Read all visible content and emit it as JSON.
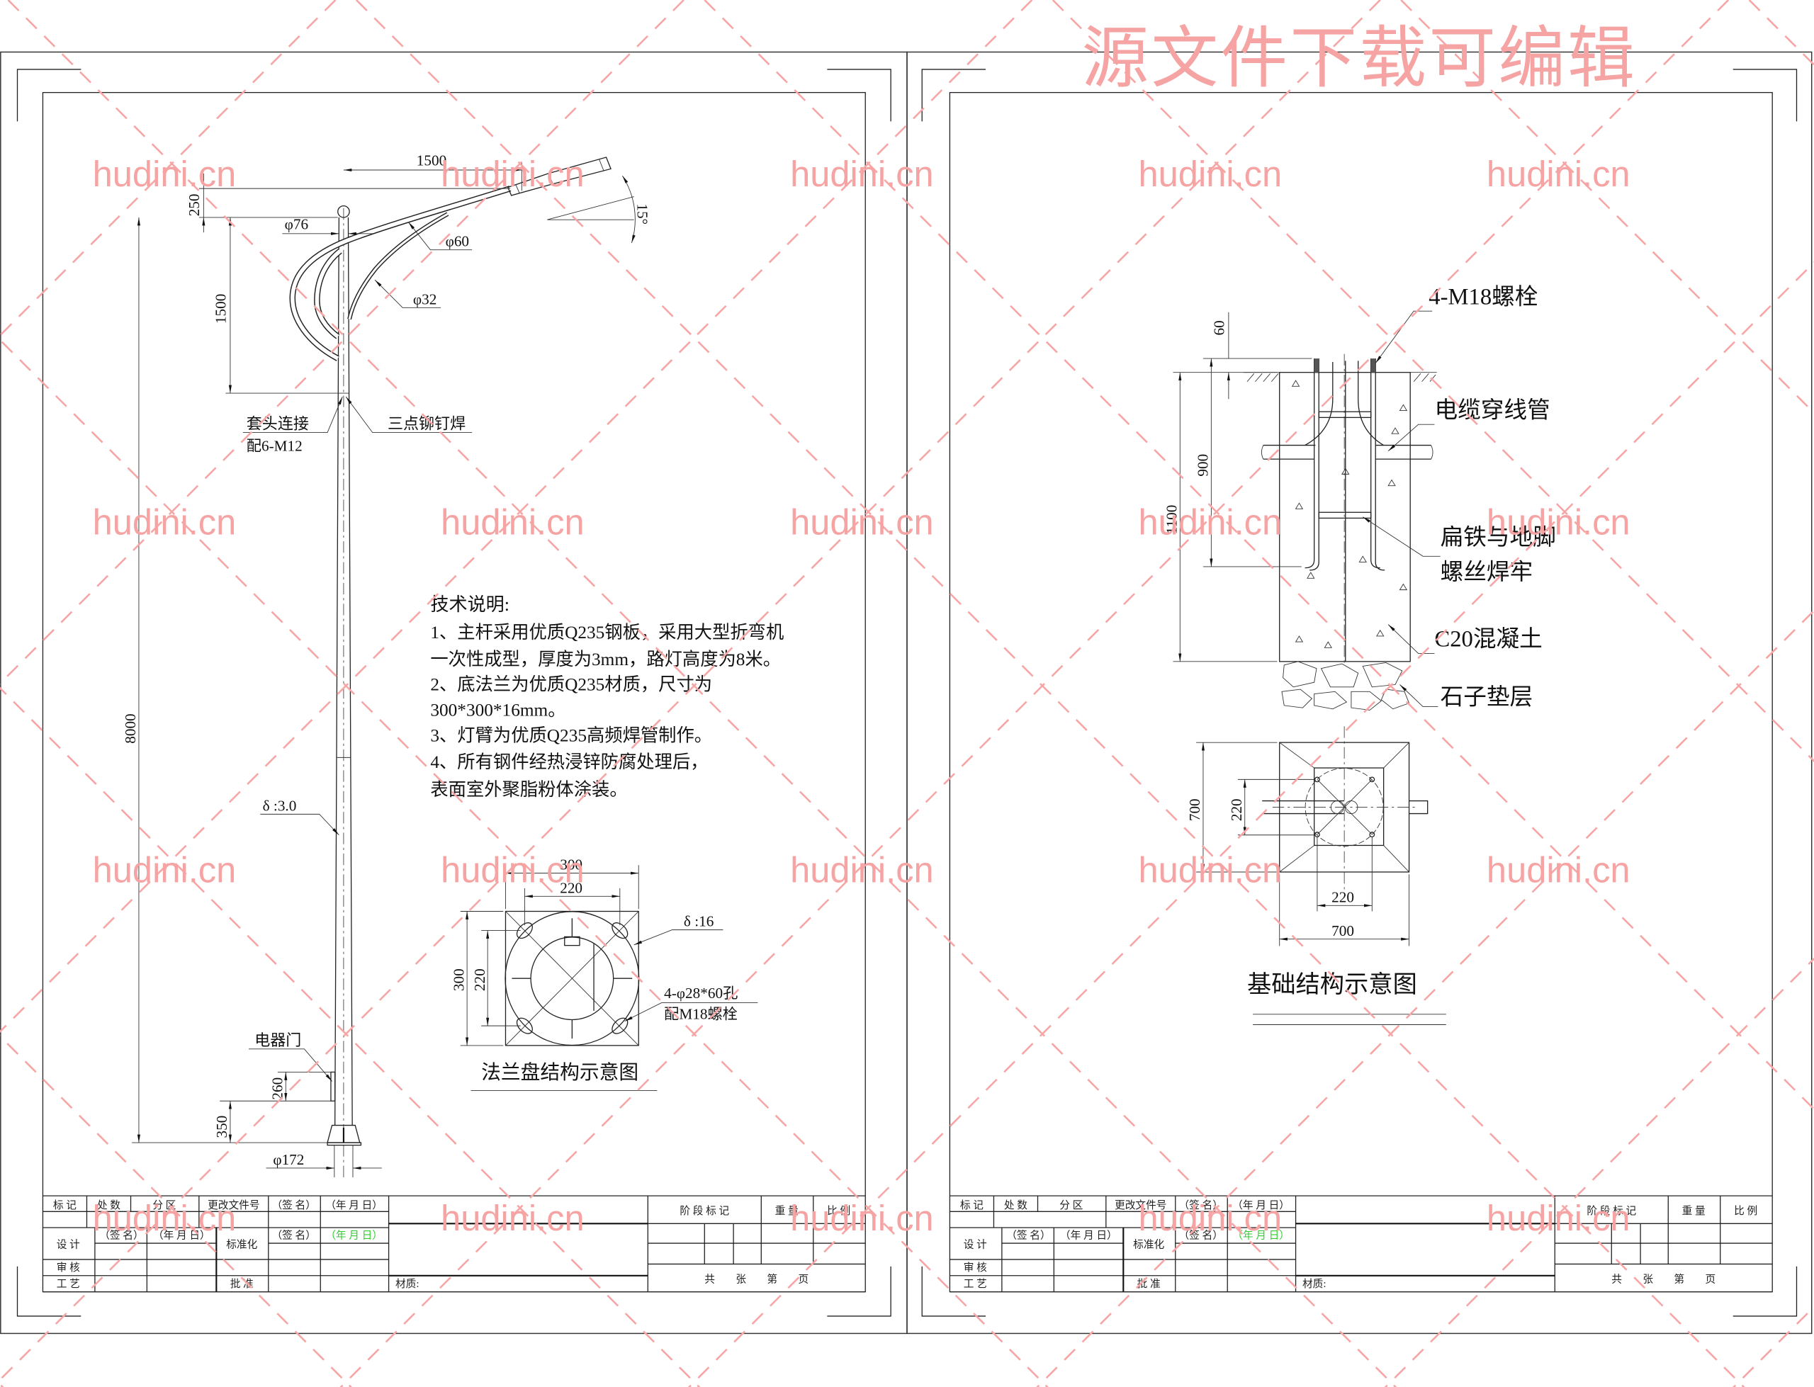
{
  "watermark": {
    "title": "源文件下载可编辑",
    "site": "hudini.cn"
  },
  "colors": {
    "watermark": "#f6a3a3",
    "line": "#222222",
    "green_text": "#33cc33"
  },
  "pole": {
    "arm_reach": "1500",
    "arm_rise": "250",
    "arm_height": "1500",
    "total_height": "8000",
    "top_diameter": "φ76",
    "arm_diameter": "φ60",
    "brace_diameter": "φ32",
    "lamp_angle": "15°",
    "sleeve_label": "套头连接",
    "sleeve_bolts": "配6-M12",
    "rivet_label": "三点铆钉焊",
    "wall_thickness": "δ :3.0",
    "door_label": "电器门",
    "door_height": "260",
    "door_offset": "350",
    "base_diameter": "φ172"
  },
  "notes": {
    "title": "技术说明:",
    "lines": [
      "1、主杆采用优质Q235钢板，采用大型折弯机",
      "一次性成型，厚度为3mm，路灯高度为8米。",
      "2、底法兰为优质Q235材质，尺寸为",
      "300*300*16mm。",
      "3、灯臂为优质Q235高频焊管制作。",
      "4、所有钢件经热浸锌防腐处理后，",
      "表面室外聚脂粉体涂装。"
    ]
  },
  "flange": {
    "width_outer": "300",
    "width_inner": "220",
    "height_outer": "300",
    "height_inner": "220",
    "thickness": "δ :16",
    "holes": "4-φ28*60孔",
    "bolts": "配M18螺栓",
    "title": "法兰盘结构示意图"
  },
  "foundation": {
    "bolts": "4-M18螺栓",
    "conduit": "电缆穿线管",
    "weld_line1": "扁铁与地脚",
    "weld_line2": "螺丝焊牢",
    "concrete": "C20混凝土",
    "gravel": "石子垫层",
    "dim_protrude": "60",
    "dim_bolt_depth": "900",
    "dim_depth": "1100",
    "plan_height": "700",
    "plan_bolt_v": "220",
    "plan_bolt_h": "220",
    "plan_width": "700",
    "title": "基础结构示意图"
  },
  "title_block": {
    "mark": "标 记",
    "count": "处 数",
    "zone": "分 区",
    "change_doc": "更改文件号",
    "sign": "（签 名）",
    "date": "（年 月 日）",
    "design": "设 计",
    "standardize": "标准化",
    "review": "审 核",
    "process": "工 艺",
    "approve": "批 准",
    "material": "材质:",
    "stage_mark": "阶 段 标 记",
    "weight": "重 量",
    "scale": "比 例",
    "sheets": "共　　张　　第　　页"
  }
}
